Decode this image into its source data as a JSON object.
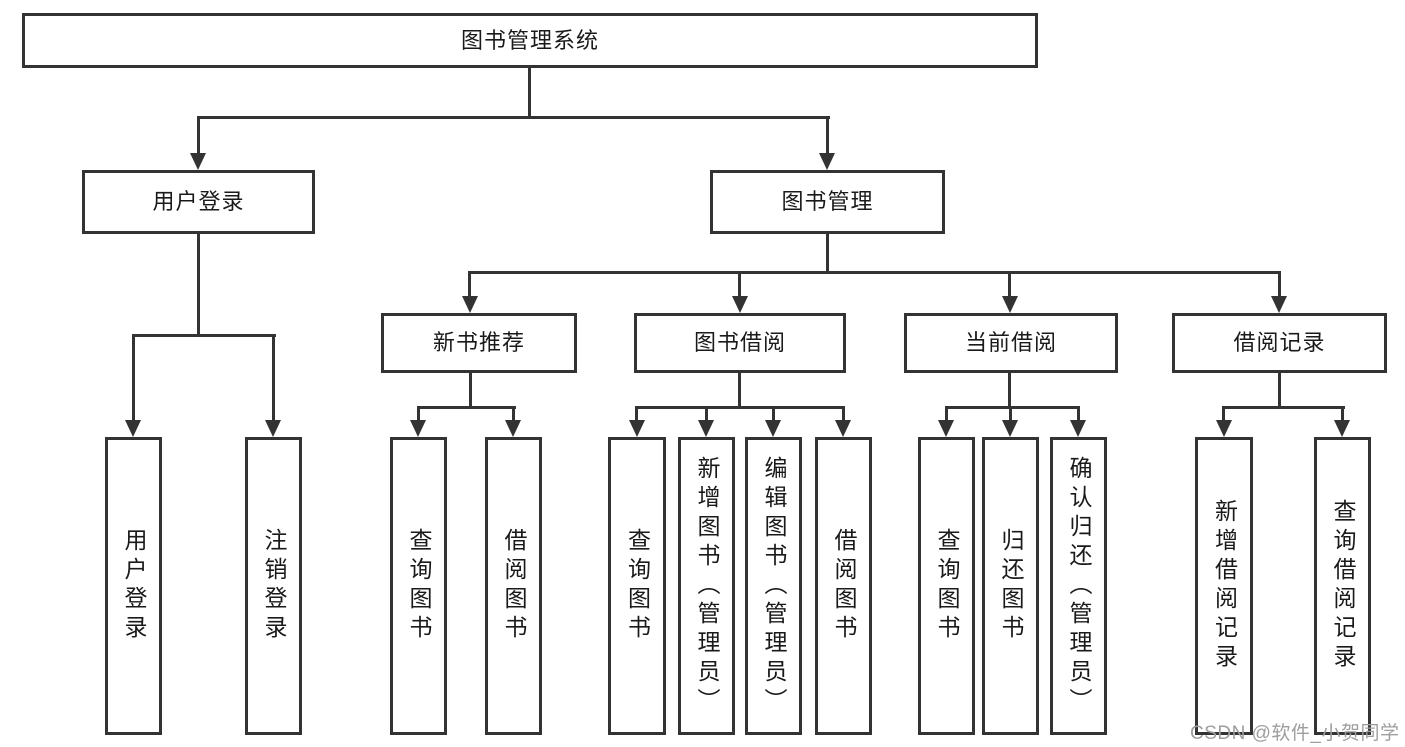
{
  "tree": {
    "label": "图书管理系统",
    "children": [
      {
        "label": "用户登录",
        "children": [
          {
            "label": "用户登录"
          },
          {
            "label": "注销登录"
          }
        ]
      },
      {
        "label": "图书管理",
        "children": [
          {
            "label": "新书推荐",
            "children": [
              {
                "label": "查询图书"
              },
              {
                "label": "借阅图书"
              }
            ]
          },
          {
            "label": "图书借阅",
            "children": [
              {
                "label": "查询图书"
              },
              {
                "label": "新增图书（管理员）"
              },
              {
                "label": "编辑图书（管理员）"
              },
              {
                "label": "借阅图书"
              }
            ]
          },
          {
            "label": "当前借阅",
            "children": [
              {
                "label": "查询图书"
              },
              {
                "label": "归还图书"
              },
              {
                "label": "确认归还（管理员）"
              }
            ]
          },
          {
            "label": "借阅记录",
            "children": [
              {
                "label": "新增借阅记录"
              },
              {
                "label": "查询借阅记录"
              }
            ]
          }
        ]
      }
    ]
  },
  "watermark": {
    "text": "CSDN @软件_小贺同学"
  },
  "colors": {
    "line": "#333333",
    "text": "#1a1a1a",
    "box_background": "#ffffff",
    "watermark": "#9e9e9e",
    "background": "#ffffff"
  }
}
